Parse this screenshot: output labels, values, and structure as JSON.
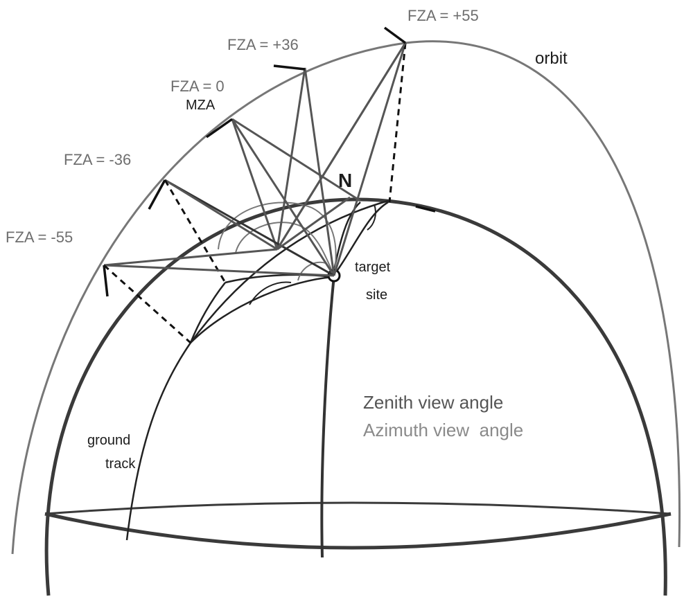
{
  "labels": {
    "fza_p55": "FZA = +55",
    "fza_p36": "FZA = +36",
    "fza_0": "FZA = 0",
    "mza": "MZA",
    "fza_m36": "FZA = -36",
    "fza_m55": "FZA = -55",
    "orbit": "orbit",
    "north": "N",
    "target_1": "target",
    "target_2": "site",
    "zenith": "Zenith view angle",
    "azimuth": "Azimuth view  angle",
    "ground_1": "ground",
    "ground_2": "track"
  },
  "colors": {
    "zenith_text": "#555555",
    "azimuth_text": "#8a8a8a",
    "labels_gray": "#6e6e6e",
    "labels_dark": "#1c1c1c"
  }
}
